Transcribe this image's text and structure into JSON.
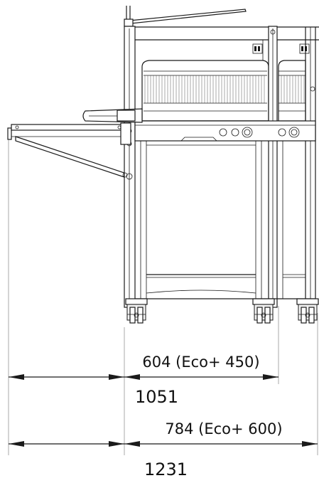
{
  "dimensions": {
    "seg_a": "604 (Eco+ 450)",
    "total_a": "1051",
    "seg_b": "784 (Eco+ 600)",
    "total_b": "1231"
  },
  "colors": {
    "line": "#1a1a1a",
    "background": "#ffffff"
  }
}
